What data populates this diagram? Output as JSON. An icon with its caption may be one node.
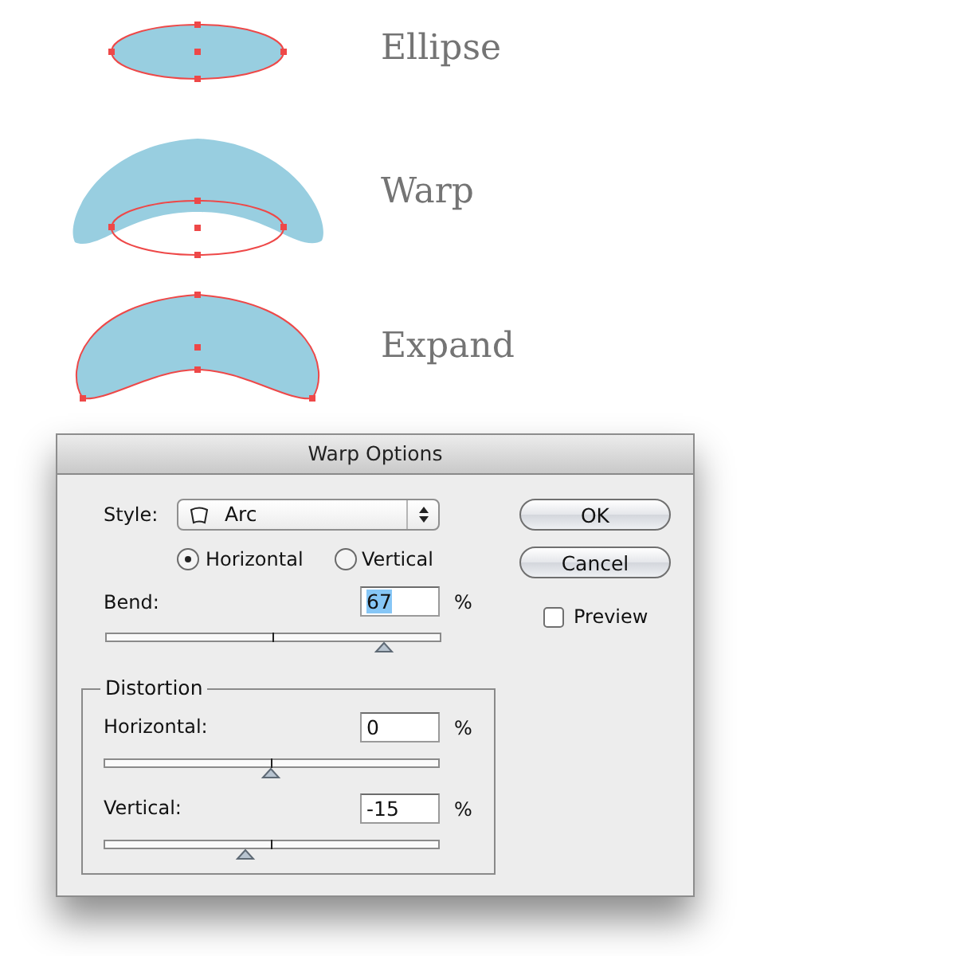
{
  "diagram": {
    "nodes": [
      {
        "text": [
          "Warp Options"
        ]
      },
      {
        "text": [
          "Arc"
        ],
        "in": 0
      },
      {
        "text": [
          "OK"
        ],
        "in": 0
      },
      {
        "text": [
          "Cancel"
        ],
        "in": 0
      },
      {
        "text": [
          "67"
        ],
        "in": 0,
        "beside": [
          "%"
        ]
      },
      {
        "text": [
          "Distortion"
        ],
        "in": 0
      },
      {
        "text": [
          "0"
        ],
        "in": 5,
        "beside": [
          "%"
        ]
      },
      {
        "text": [
          "-15"
        ],
        "in": 5,
        "beside": [
          "%"
        ]
      }
    ],
    "labels": [
      "Ellipse",
      "Warp",
      "Expand",
      "Style:",
      "Horizontal",
      "Vertical",
      "Bend:",
      "Preview",
      "Horizontal:",
      "Vertical:"
    ]
  }
}
